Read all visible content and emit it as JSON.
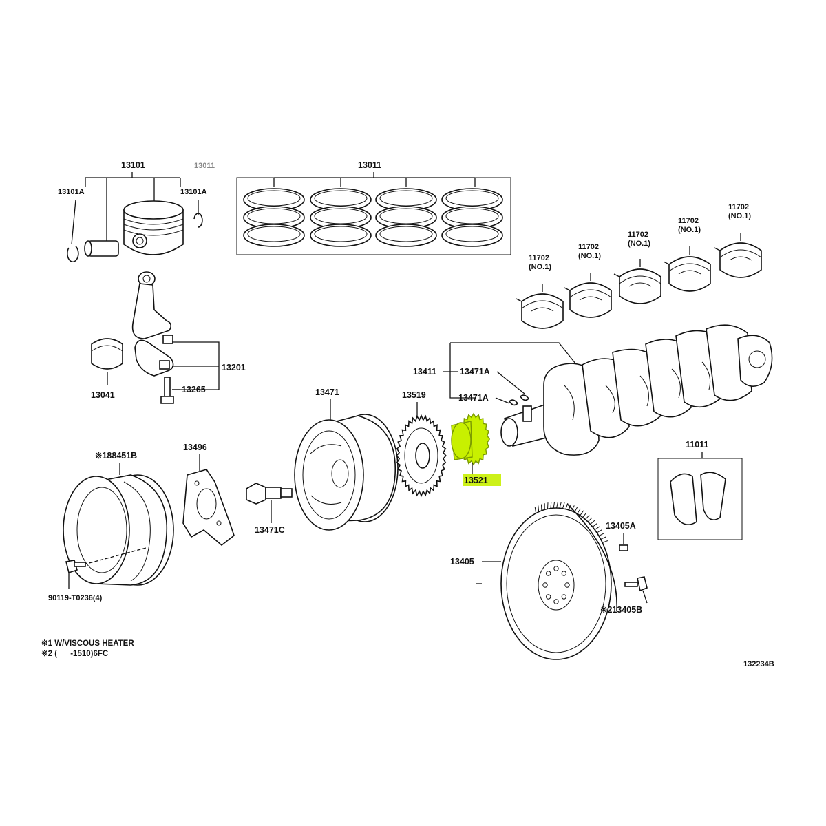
{
  "labels": {
    "piston": "13101",
    "piston_ring_faded": "13011",
    "snap_ring_left": "13101A",
    "snap_ring_right": "13101A",
    "ring_set": "13011",
    "conrod": "13201",
    "conrod_bearing": "13041",
    "conrod_bolt": "13265",
    "crankshaft": "13411",
    "key_upper": "13471A",
    "key_lower": "13471A",
    "pulley": "13471",
    "gear": "13519",
    "sprocket": "13521",
    "bearing_1": "11702",
    "bearing_1_sub": "(NO.1)",
    "bearing_2": "11702",
    "bearing_2_sub": "(NO.1)",
    "bearing_3": "11702",
    "bearing_3_sub": "(NO.1)",
    "bearing_4": "11702",
    "bearing_4_sub": "(NO.1)",
    "bearing_5": "11702",
    "bearing_5_sub": "(NO.1)",
    "thrust_washer": "11011",
    "flywheel": "13405",
    "flywheel_pin": "13405A",
    "flywheel_bolt": "※213405B",
    "viscous_pulley": "※188451B",
    "plate": "13496",
    "pulley_bolt": "13471C",
    "pulley_screw": "90119-T0236(4)",
    "diagram_code": "132234B"
  },
  "notes": {
    "line1": "※1 W/VISCOUS HEATER",
    "line2": "※2 (      -1510)6FC"
  },
  "colors": {
    "highlight": "#c8f000",
    "ink": "#111111"
  }
}
